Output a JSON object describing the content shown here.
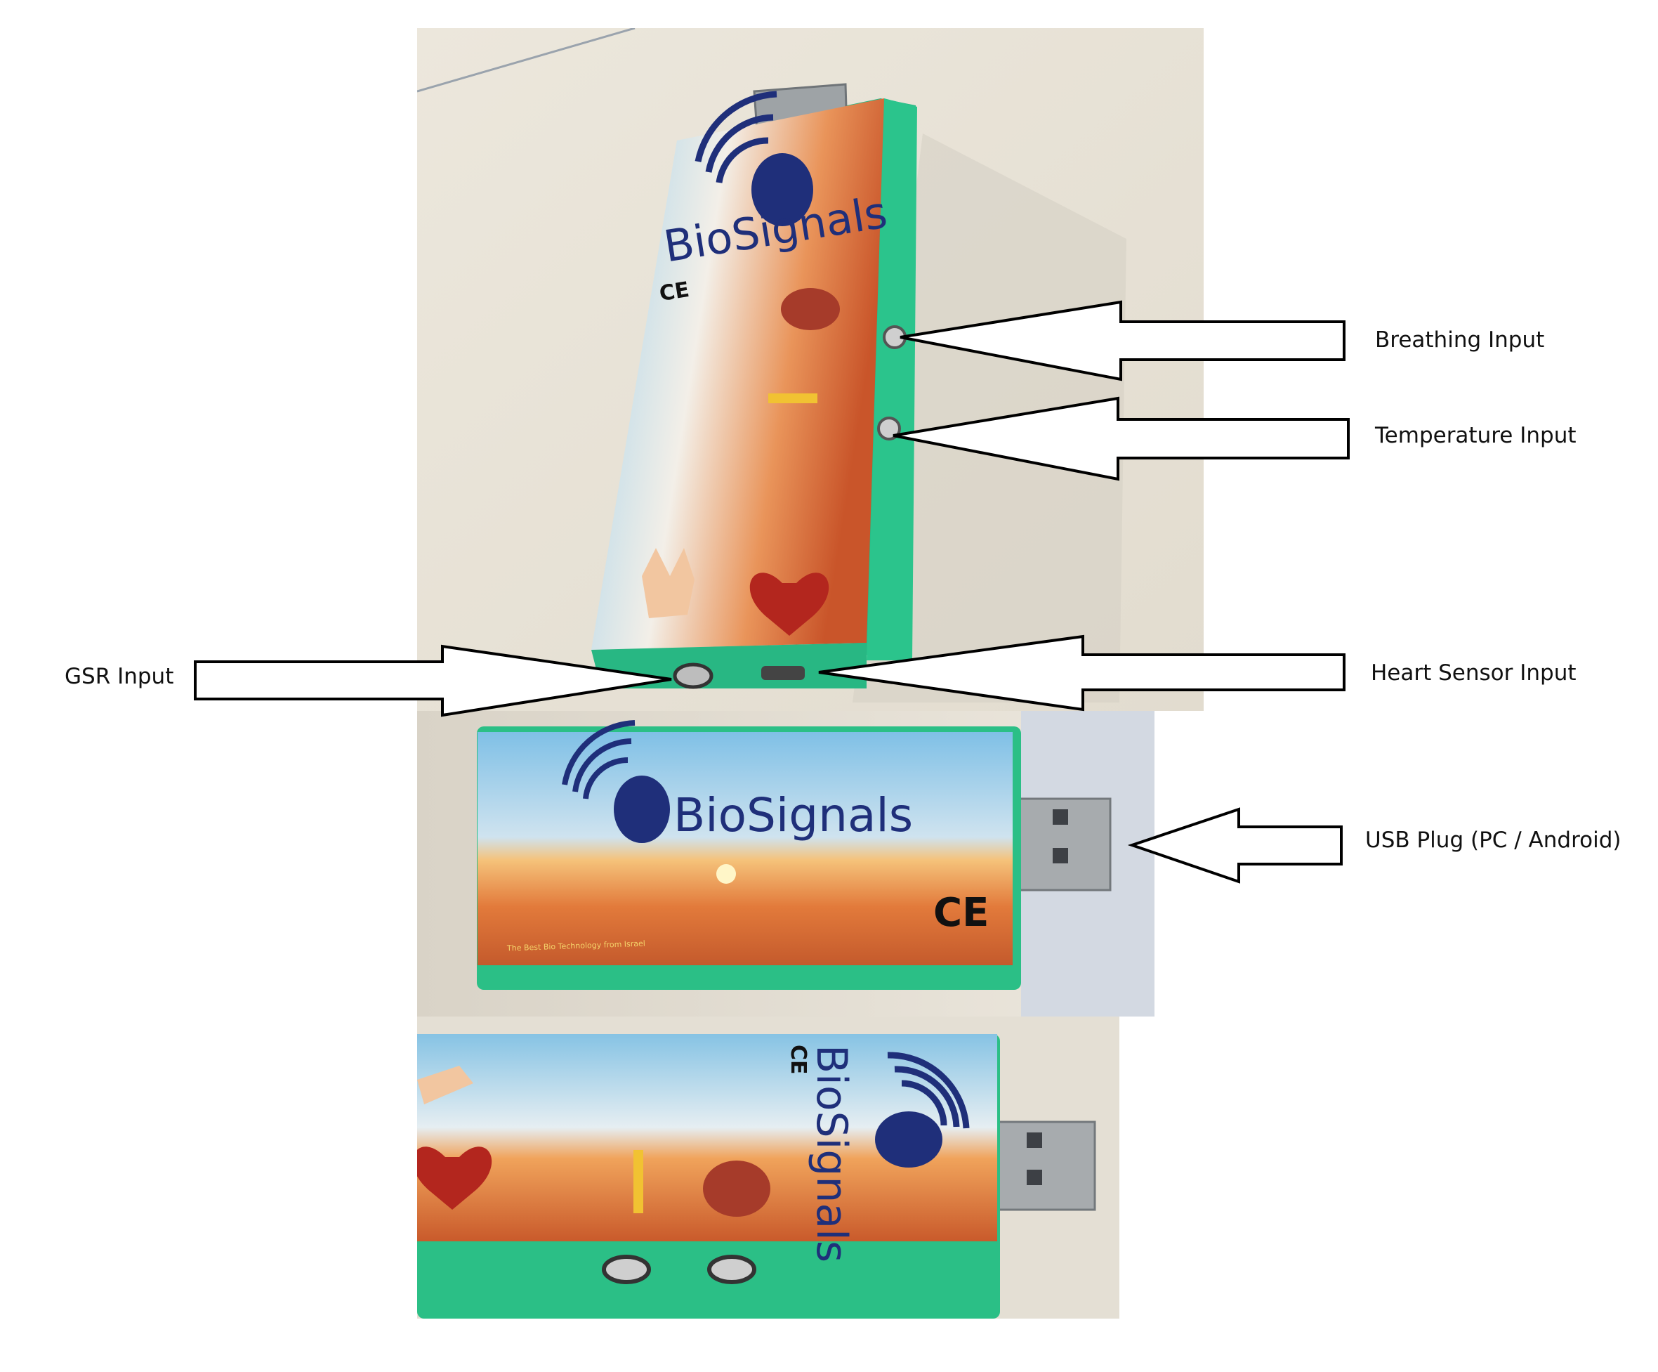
{
  "photos": [
    {
      "id": "top",
      "brand": "BioSignals",
      "mark": "CE"
    },
    {
      "id": "middle",
      "brand": "BioSignals",
      "mark": "CE",
      "tagline": "The Best Bio Technology from Israel"
    },
    {
      "id": "bottom",
      "brand": "BioSignals",
      "mark": "CE"
    }
  ],
  "labels": {
    "breathing": "Breathing Input",
    "temperature": "Temperature Input",
    "gsr": "GSR Input",
    "heart": "Heart Sensor Input",
    "usb": "USB Plug  (PC / Android)"
  },
  "colors": {
    "case_green": "#2bbf86",
    "logo_navy": "#1f2f7a",
    "sky": "#8ec7e6",
    "sunset": "#e07a3c",
    "wall": "#e9e3d6"
  }
}
